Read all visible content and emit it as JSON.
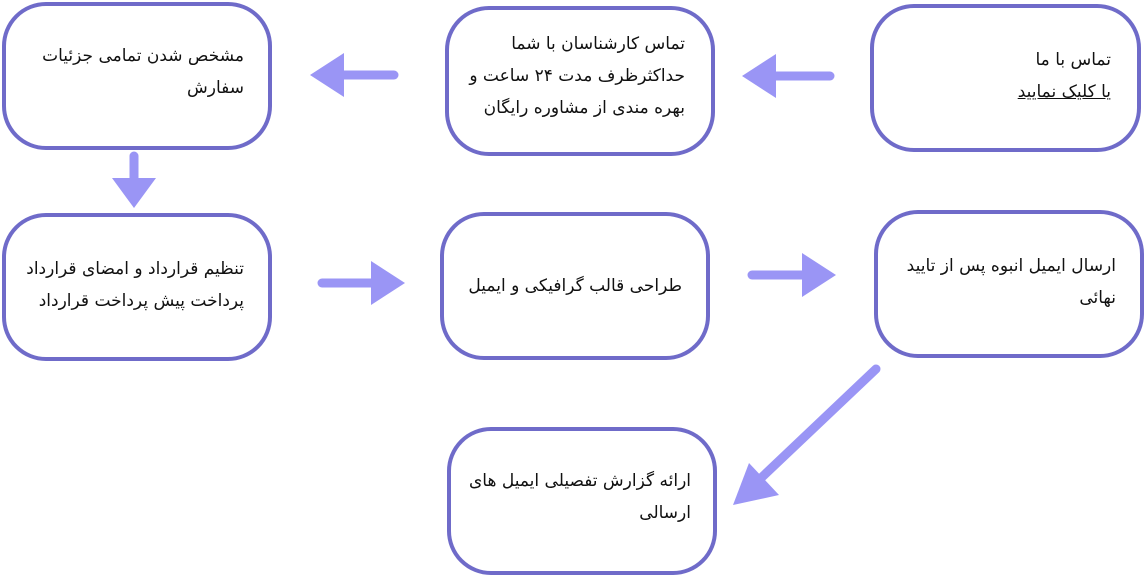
{
  "flow": {
    "contact": {
      "line1": "تماس با ما",
      "link": "یا کلیک نمایید"
    },
    "experts": {
      "line1": "تماس کارشناسان با شما",
      "line2": "حداکثرظرف مدت ۲۴ ساعت و",
      "line3": "بهره مندی از مشاوره رایگان"
    },
    "details": {
      "line1": "مشخص شدن تمامی جزئیات",
      "line2": "سفارش"
    },
    "contract": {
      "line1": "تنظیم قرارداد و امضای قرارداد",
      "line2": "پرداخت پیش پرداخت قرارداد"
    },
    "design": {
      "line1": "طراحی قالب گرافیکی و ایمیل"
    },
    "send": {
      "line1": "ارسال ایمیل انبوه پس از تایید",
      "line2": "نهائی"
    },
    "report": {
      "line1": "ارائه گزارش تفصیلی ایمیل های",
      "line2": "ارسالی"
    }
  },
  "colors": {
    "border": "#6f6bc9",
    "arrow": "#9a95f5"
  }
}
